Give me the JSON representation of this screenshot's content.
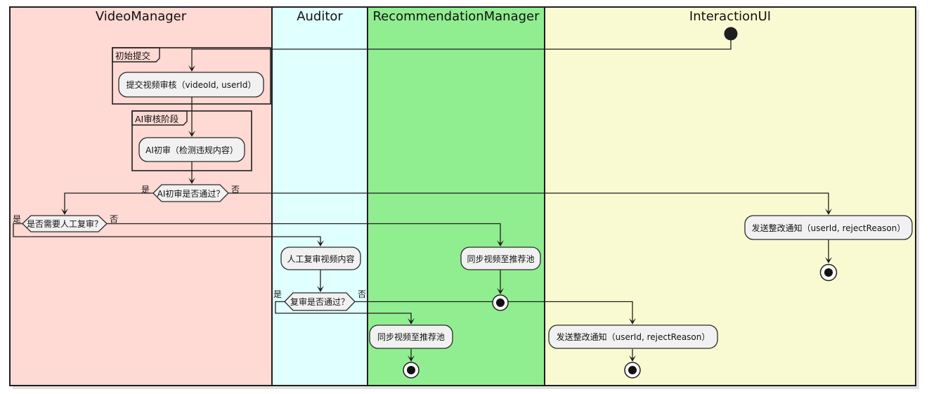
{
  "lanes": [
    {
      "title": "VideoManager",
      "color": "#FFD9D3"
    },
    {
      "title": "Auditor",
      "color": "#E0FFFF"
    },
    {
      "title": "RecommendationManager",
      "color": "#90EE90"
    },
    {
      "title": "InteractionUI",
      "color": "#FAFAD2"
    }
  ],
  "partitions": [
    "初始提交",
    "AI审核阶段"
  ],
  "nodes": {
    "submit": "提交视频审核（videoId, userId）",
    "ai_review": "AI初审（检测违规内容）",
    "manual_review": "人工复审视频内容",
    "sync_pool_1": "同步视频至推荐池",
    "sync_pool_2": "同步视频至推荐池",
    "notify_1": "发送整改通知（userId, rejectReason）",
    "notify_2": "发送整改通知（userId, rejectReason）"
  },
  "decisions": {
    "ai_pass": {
      "label": "AI初审是否通过？",
      "yes": "是",
      "no": "否"
    },
    "need_manual": {
      "label": "是否需要人工复审？",
      "yes": "是",
      "no": "否"
    },
    "review_pass": {
      "label": "复审是否通过？",
      "yes": "是",
      "no": "否"
    }
  },
  "style": {
    "line_color": "#1f1f1f",
    "node_fill": "#F1F1F1",
    "shadow": "#c9c9c9"
  }
}
